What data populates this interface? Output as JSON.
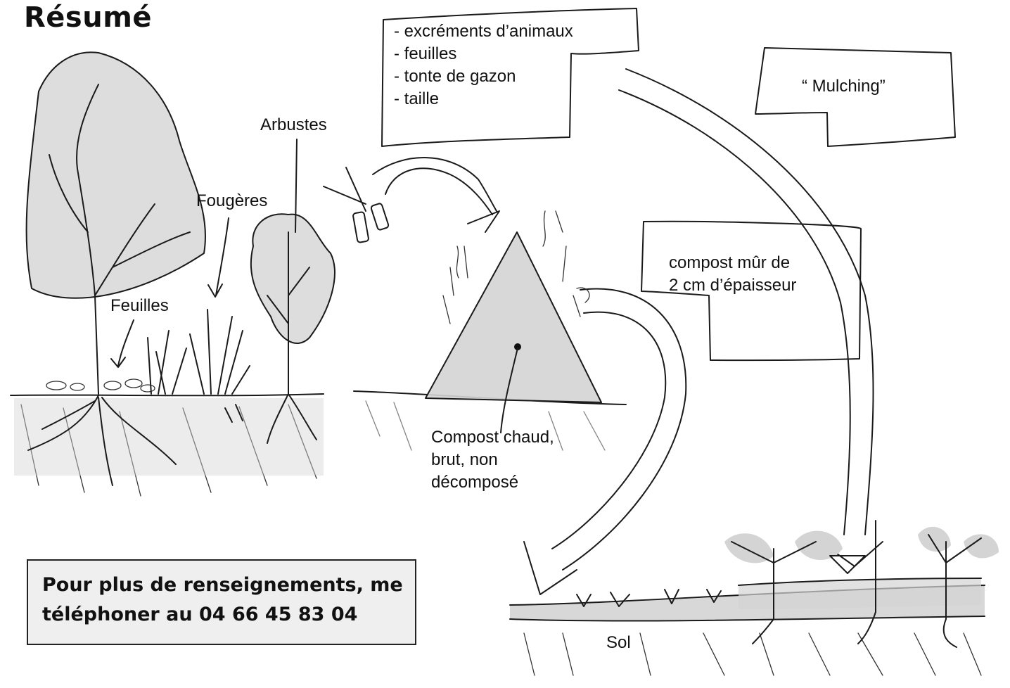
{
  "title": "Résumé",
  "labels": {
    "arbustes": "Arbustes",
    "fougeres": "Fougères",
    "feuilles": "Feuilles",
    "sol": "Sol"
  },
  "inputs_box": {
    "lines": [
      "- excréments d’animaux",
      "- feuilles",
      "- tonte de gazon",
      "- taille"
    ]
  },
  "mulching_box": {
    "text": "“ Mulching”"
  },
  "mature_compost_box": {
    "lines": [
      "compost mûr de",
      "2 cm d’épaisseur"
    ]
  },
  "hot_compost_label": {
    "lines": [
      "Compost chaud,",
      "brut, non",
      "décomposé"
    ]
  },
  "contact": {
    "lines": [
      "Pour plus de renseignements, me",
      "téléphoner au 04 66 45 83 04"
    ]
  },
  "colors": {
    "ink": "#1a1a1a",
    "shading": "#d4d4d4",
    "contact_bg": "#efefef"
  }
}
